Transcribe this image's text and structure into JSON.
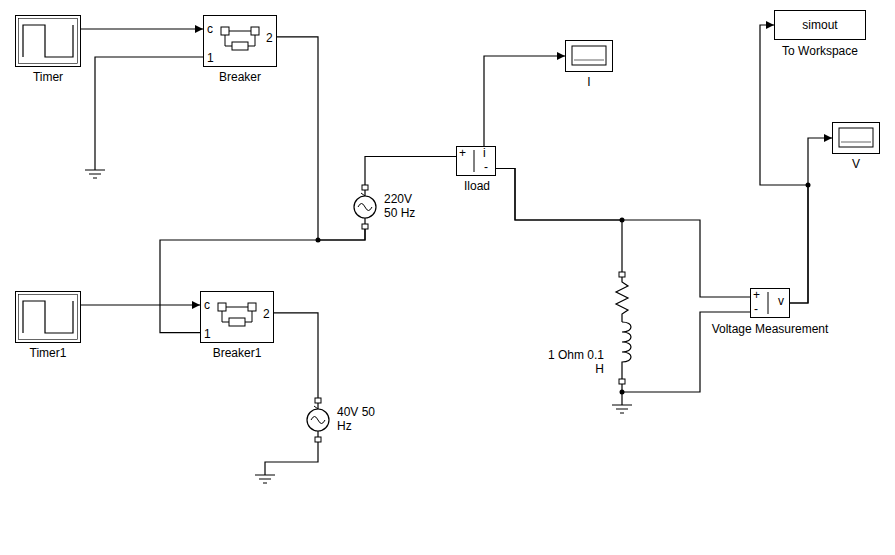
{
  "diagram": {
    "nodes": [
      {
        "text": [
          "Timer"
        ]
      },
      {
        "text": [
          "c",
          "1",
          "2",
          "Breaker"
        ]
      },
      {
        "text": [
          "+",
          "i",
          "-",
          "Iload"
        ]
      },
      {
        "text": [
          "I"
        ]
      },
      {
        "text": [
          "simout",
          "To Workspace"
        ]
      },
      {
        "text": [
          "220V 50 Hz"
        ]
      },
      {
        "text": [
          "V"
        ]
      },
      {
        "text": [
          "Timer1"
        ]
      },
      {
        "text": [
          "c",
          "1",
          "2",
          "Breaker1"
        ]
      },
      {
        "text": [
          "1 Ohm 0.1 H"
        ]
      },
      {
        "text": [
          "+",
          "-",
          "v",
          "Voltage Measurement"
        ]
      },
      {
        "text": [
          "40V 50 Hz"
        ]
      }
    ],
    "edges": [
      {
        "from": 0,
        "to": 1,
        "arrow": "to"
      },
      {
        "from": 1,
        "to": 5,
        "arrow": "none"
      },
      {
        "from": 5,
        "to": 2,
        "arrow": "none"
      },
      {
        "from": 2,
        "to": 3,
        "arrow": "to"
      },
      {
        "from": 2,
        "to": 9,
        "arrow": "none"
      },
      {
        "from": 2,
        "to": 10,
        "arrow": "none"
      },
      {
        "from": 9,
        "to": 10,
        "arrow": "none"
      },
      {
        "from": 10,
        "to": 6,
        "arrow": "to"
      },
      {
        "from": 10,
        "to": 4,
        "arrow": "to"
      },
      {
        "from": 7,
        "to": 8,
        "arrow": "to"
      },
      {
        "from": 8,
        "to": 5,
        "arrow": "none"
      },
      {
        "from": 8,
        "to": 11,
        "arrow": "none"
      }
    ]
  }
}
